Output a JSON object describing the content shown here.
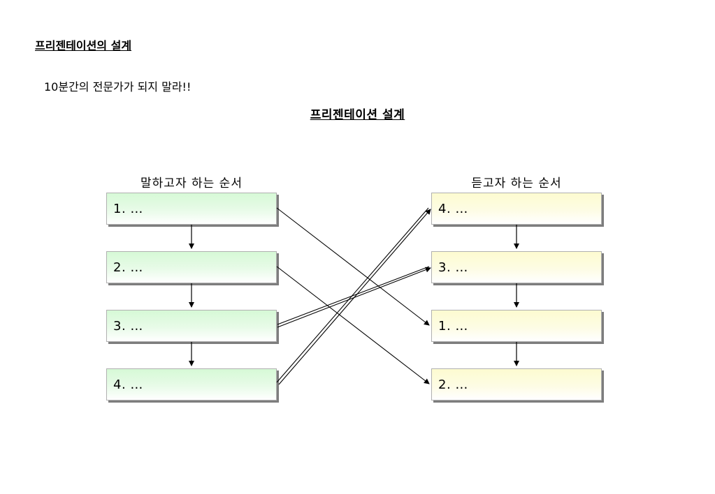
{
  "document": {
    "title": "프리젠테이션의 설계",
    "subtitle": "10분간의 전문가가 되지 말라!!"
  },
  "diagram": {
    "title": "프리젠테이션 설계",
    "left_column": {
      "header": "말하고자 하는 순서",
      "items": [
        "1. …",
        "2. …",
        "3. …",
        "4. …"
      ],
      "color": "#d6f9d6"
    },
    "right_column": {
      "header": "듣고자 하는 순서",
      "items": [
        "4. …",
        "3. …",
        "1. …",
        "2. …"
      ],
      "color": "#fdfbd0"
    },
    "mapping": [
      {
        "from": "1",
        "to": "1"
      },
      {
        "from": "2",
        "to": "2"
      },
      {
        "from": "3",
        "to": "3"
      },
      {
        "from": "4",
        "to": "4"
      }
    ]
  }
}
